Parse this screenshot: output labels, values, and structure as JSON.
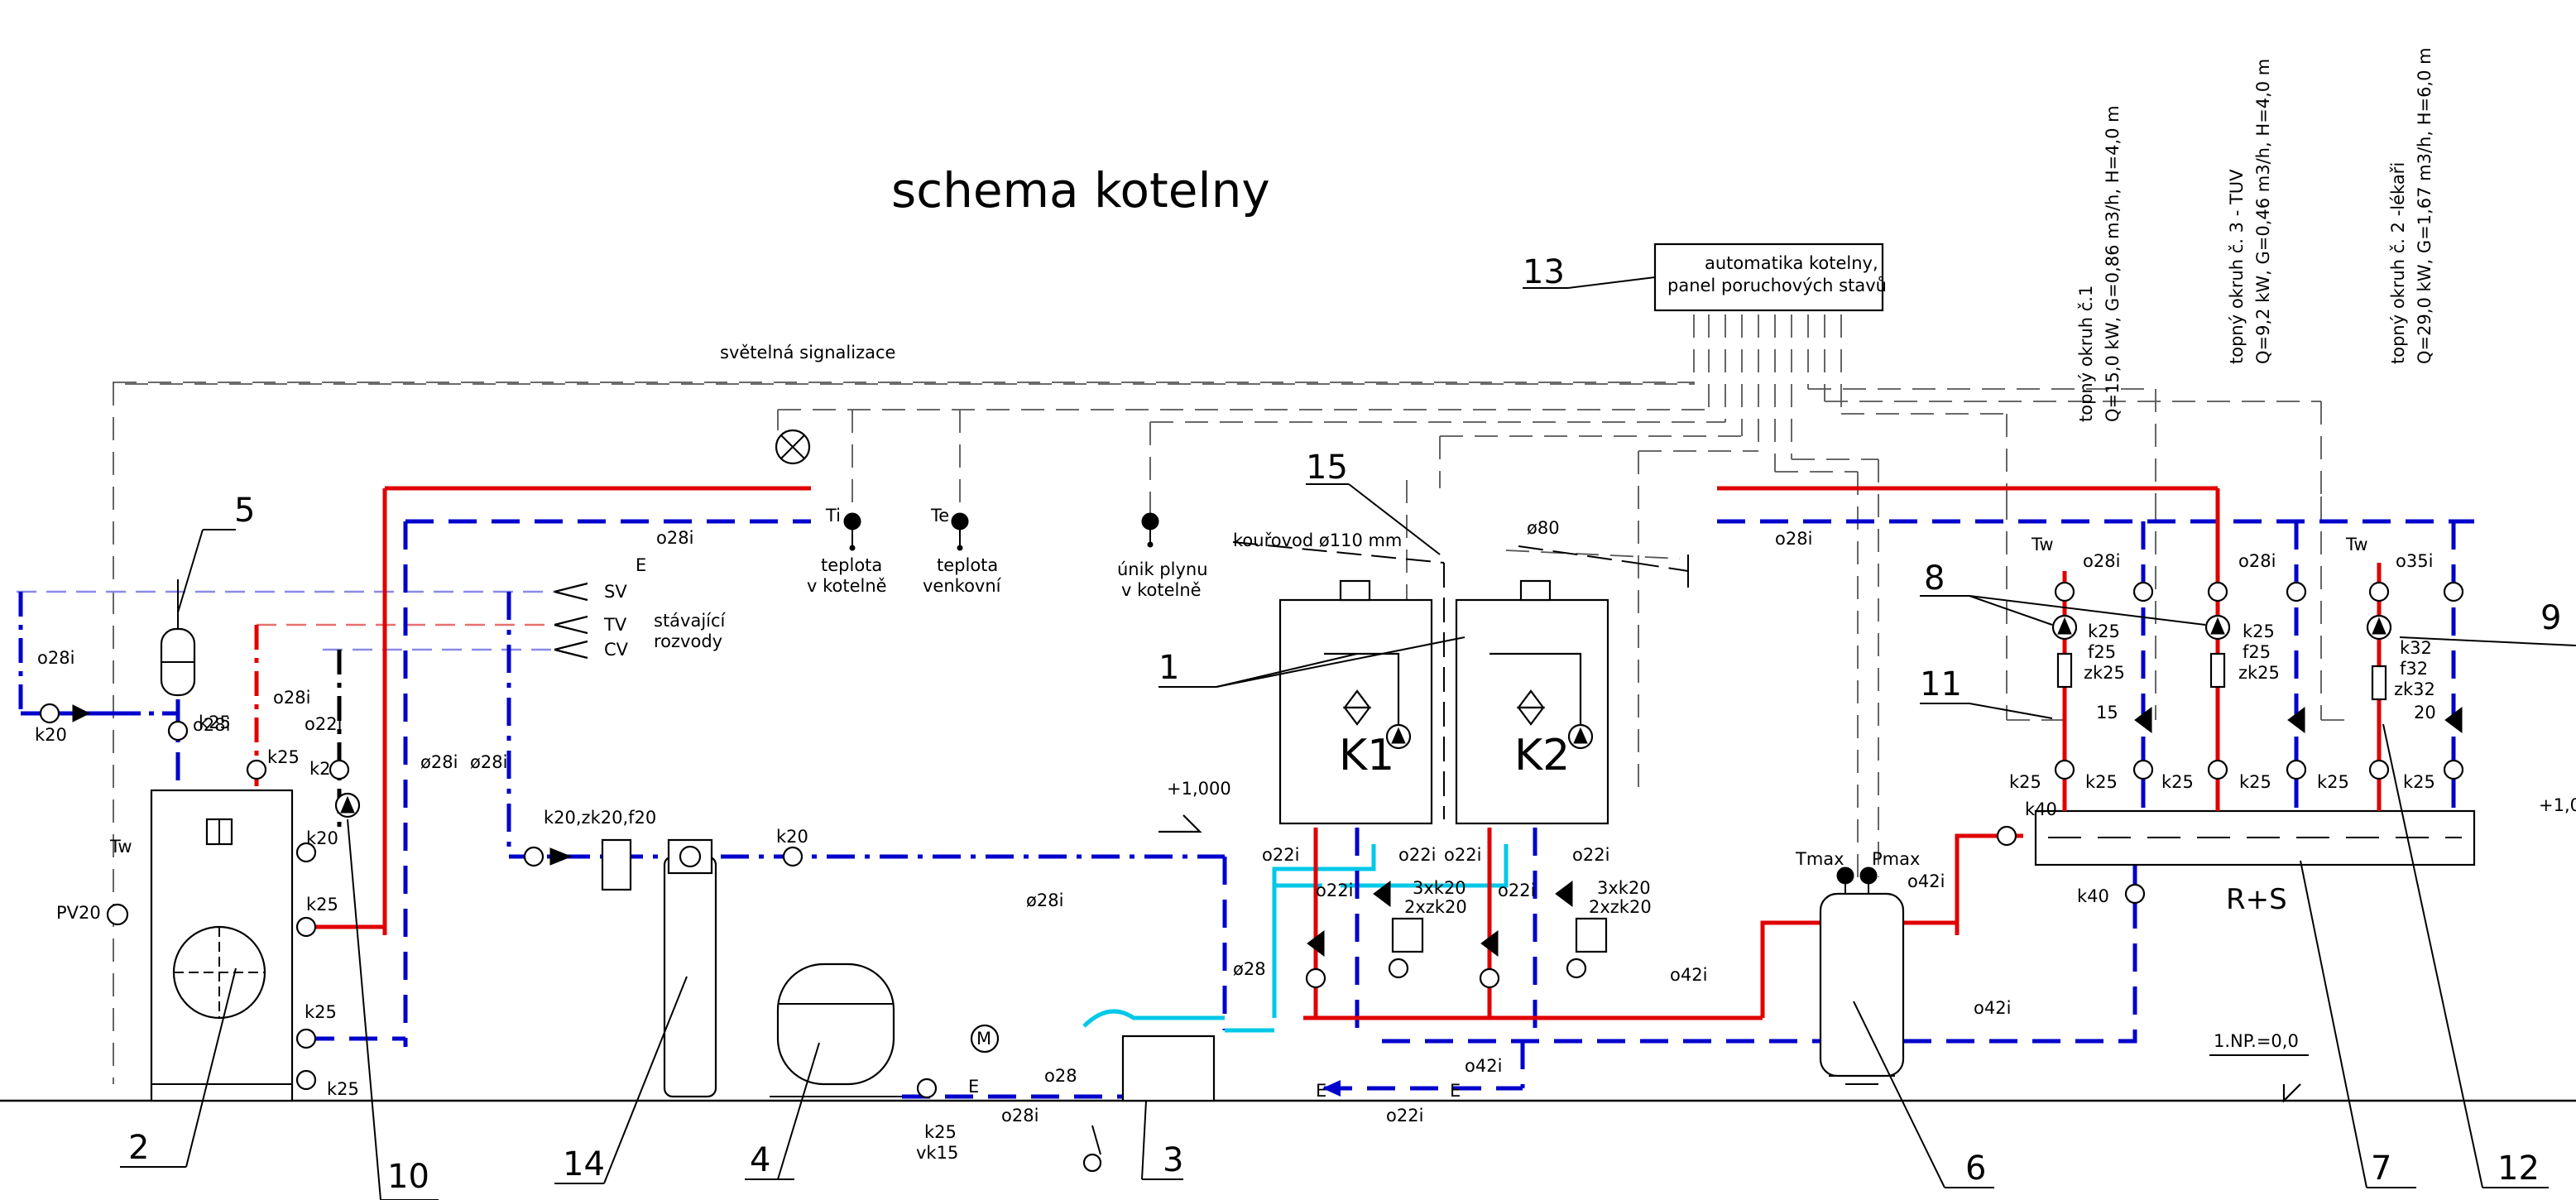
{
  "title": "schema kotelny",
  "signals": {
    "svetelna": "světelná signalizace",
    "ti": "Ti",
    "te": "Te",
    "teplota_kotelne": [
      "teplota",
      "v kotelně"
    ],
    "teplota_venkovni": [
      "teplota",
      "venkovní"
    ],
    "unik_plynu": [
      "únik plynu",
      "v kotelně"
    ]
  },
  "automatika": [
    "automatika kotelny,",
    "panel poruchových stavů"
  ],
  "stavajici": {
    "sv": "SV",
    "tv": "TV",
    "cv": "CV",
    "label": [
      "stávající",
      "rozvody"
    ]
  },
  "kourovod": "kouřovod ø110 mm",
  "phi80": "ø80",
  "boilers": {
    "k1": "K1",
    "k2": "K2"
  },
  "circuits": [
    {
      "line1": "topný okruh č.1",
      "line2": "Q=15,0 kW, G=0,86 m3/h, H=4,0 m"
    },
    {
      "line1": "topný okruh č. 3 - TUV",
      "line2": "Q=9,2 kW, G=0,46 m3/h, H=4,0 m"
    },
    {
      "line1": "topný okruh č. 2 -lékaři",
      "line2": "Q=29,0 kW, G=1,67 m3/h, H=6,0 m"
    }
  ],
  "pipes": {
    "o28i": "o28i",
    "phi28i": "ø28i",
    "o22i": "o22i",
    "o42i": "o42i",
    "o35i": "o35i",
    "o28": "o28",
    "phi28": "ø28"
  },
  "fittings": {
    "k20": "k20",
    "k25": "k25",
    "k32": "k32",
    "k40": "k40",
    "f25": "f25",
    "zk25": "zk25",
    "f32": "f32",
    "zk32": "zk32",
    "k20zk20f20": "k20,zk20,f20",
    "k25vk15": [
      "k25",
      "vk15"
    ],
    "xk": [
      "3xk20",
      "2xzk20"
    ],
    "n15": "15",
    "n20": "20",
    "pv20": "PV20",
    "tw": "Tw",
    "e": "E",
    "m": "M",
    "tmax": "Tmax",
    "pmax": "Pmax",
    "rs": "R+S"
  },
  "levels": {
    "plus1000": "+1,000",
    "np": "1.NP.=0,0",
    "plus1_cut": "+1,0"
  },
  "numbers": [
    "1",
    "2",
    "3",
    "4",
    "5",
    "6",
    "7",
    "8",
    "9",
    "10",
    "11",
    "12",
    "13",
    "14",
    "15"
  ]
}
